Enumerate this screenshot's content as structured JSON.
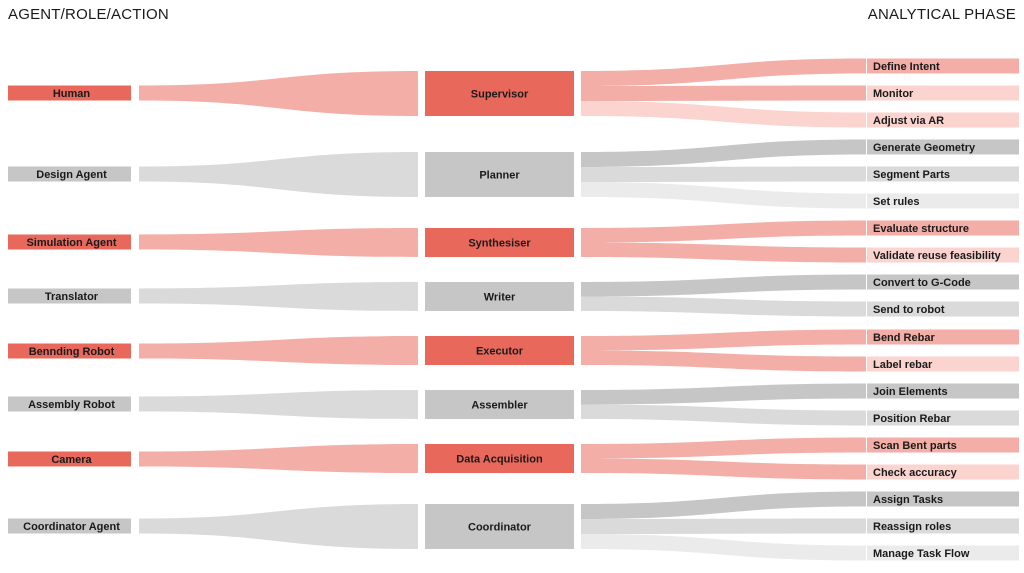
{
  "headers": {
    "left": "AGENT/ROLE/ACTION",
    "right": "ANALYTICAL PHASE"
  },
  "colors": {
    "red": "#e8685c",
    "red_flow": "#f3aea7",
    "red_light": "#fbd3cf",
    "grey": "#c6c6c6",
    "grey_flow": "#dadada",
    "grey_light": "#ebebeb"
  },
  "groups": [
    {
      "agent": "Human",
      "role": "Supervisor",
      "color": "red",
      "actions": [
        "Define Intent",
        "Monitor",
        "Adjust via AR"
      ]
    },
    {
      "agent": "Design Agent",
      "role": "Planner",
      "color": "grey",
      "actions": [
        "Generate Geometry",
        "Segment Parts",
        "Set rules"
      ]
    },
    {
      "agent": "Simulation Agent",
      "role": "Synthesiser",
      "color": "red",
      "actions": [
        "Evaluate structure",
        "Validate reuse feasibility"
      ]
    },
    {
      "agent": "Translator",
      "role": "Writer",
      "color": "grey",
      "actions": [
        "Convert to G-Code",
        "Send to robot"
      ]
    },
    {
      "agent": "Bennding Robot",
      "role": "Executor",
      "color": "red",
      "actions": [
        "Bend Rebar",
        "Label rebar"
      ]
    },
    {
      "agent": "Assembly Robot",
      "role": "Assembler",
      "color": "grey",
      "actions": [
        "Join Elements",
        "Position Rebar"
      ]
    },
    {
      "agent": "Camera",
      "role": "Data Acquisition",
      "color": "red",
      "actions": [
        "Scan Bent parts",
        "Check accuracy"
      ]
    },
    {
      "agent": "Coordinator Agent",
      "role": "Coordinator",
      "color": "grey",
      "actions": [
        "Assign Tasks",
        "Reassign roles",
        "Manage Task Flow"
      ]
    }
  ]
}
